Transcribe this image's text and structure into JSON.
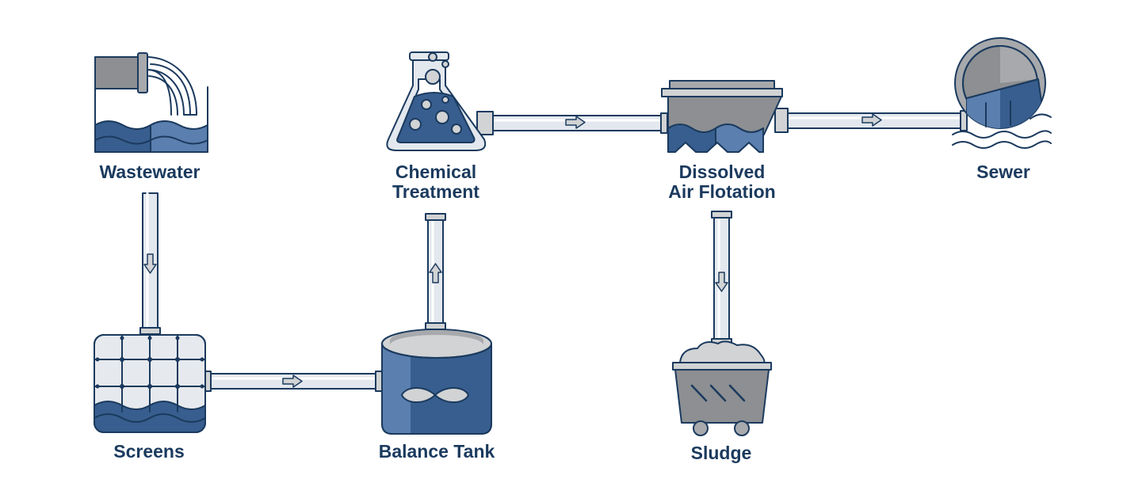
{
  "colors": {
    "outline": "#1b3a5e",
    "water_dark": "#375e8e",
    "water_light": "#5b7fae",
    "gray_dark": "#8d8f92",
    "gray_mid": "#a7a9ac",
    "gray_light": "#d1d3d4",
    "pipe_fill": "#e3e8ee",
    "screen_fill": "#e6e9ed"
  },
  "nodes": {
    "wastewater": {
      "label": "Wastewater",
      "icon": "outfall-pipe-icon"
    },
    "screens": {
      "label": "Screens",
      "icon": "screen-grid-icon"
    },
    "balance_tank": {
      "label": "Balance Tank",
      "icon": "mixing-tank-icon"
    },
    "chemical_treatment": {
      "line1": "Chemical",
      "line2": "Treatment",
      "icon": "flask-icon"
    },
    "dissolved_air_flotation": {
      "line1": "Dissolved",
      "line2": "Air Flotation",
      "icon": "flotation-tank-icon"
    },
    "sewer": {
      "label": "Sewer",
      "icon": "sewer-outlet-icon"
    },
    "sludge": {
      "label": "Sludge",
      "icon": "sludge-cart-icon"
    }
  },
  "flows": [
    {
      "from": "Wastewater",
      "to": "Screens",
      "direction": "down"
    },
    {
      "from": "Screens",
      "to": "Balance Tank",
      "direction": "right"
    },
    {
      "from": "Balance Tank",
      "to": "Chemical Treatment",
      "direction": "up"
    },
    {
      "from": "Chemical Treatment",
      "to": "Dissolved Air Flotation",
      "direction": "right"
    },
    {
      "from": "Dissolved Air Flotation",
      "to": "Sewer",
      "direction": "right"
    },
    {
      "from": "Dissolved Air Flotation",
      "to": "Sludge",
      "direction": "down"
    }
  ]
}
